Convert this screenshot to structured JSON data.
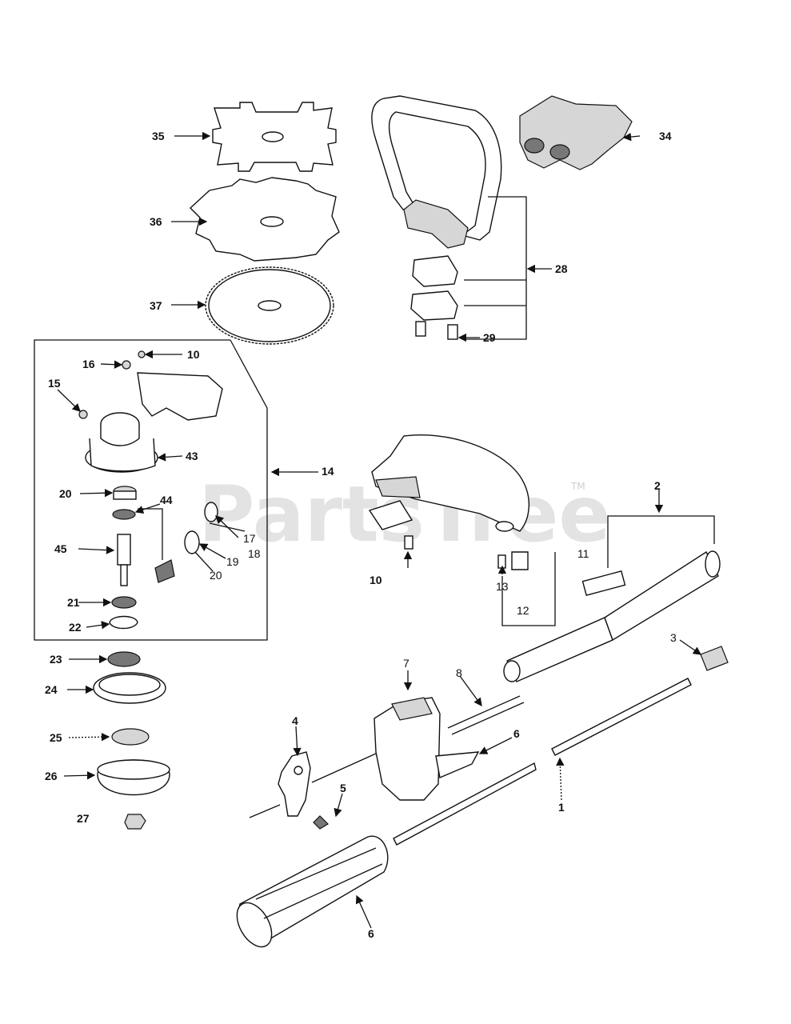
{
  "watermark": {
    "text": "PartsTree",
    "tm": "TM"
  },
  "callouts": {
    "c1": "1",
    "c2": "2",
    "c3": "3",
    "c4": "4",
    "c5": "5",
    "c6a": "6",
    "c6b": "6",
    "c7": "7",
    "c8": "8",
    "c10a": "10",
    "c10b": "10",
    "c11": "11",
    "c12": "12",
    "c13": "13",
    "c14": "14",
    "c15": "15",
    "c16": "16",
    "c17": "17",
    "c18": "18",
    "c19": "19",
    "c20a": "20",
    "c20b": "20",
    "c21": "21",
    "c22": "22",
    "c23": "23",
    "c24": "24",
    "c25": "25",
    "c26": "26",
    "c27": "27",
    "c28": "28",
    "c29": "29",
    "c34": "34",
    "c35": "35",
    "c36": "36",
    "c37": "37",
    "c43": "43",
    "c44": "44",
    "c45": "45"
  }
}
